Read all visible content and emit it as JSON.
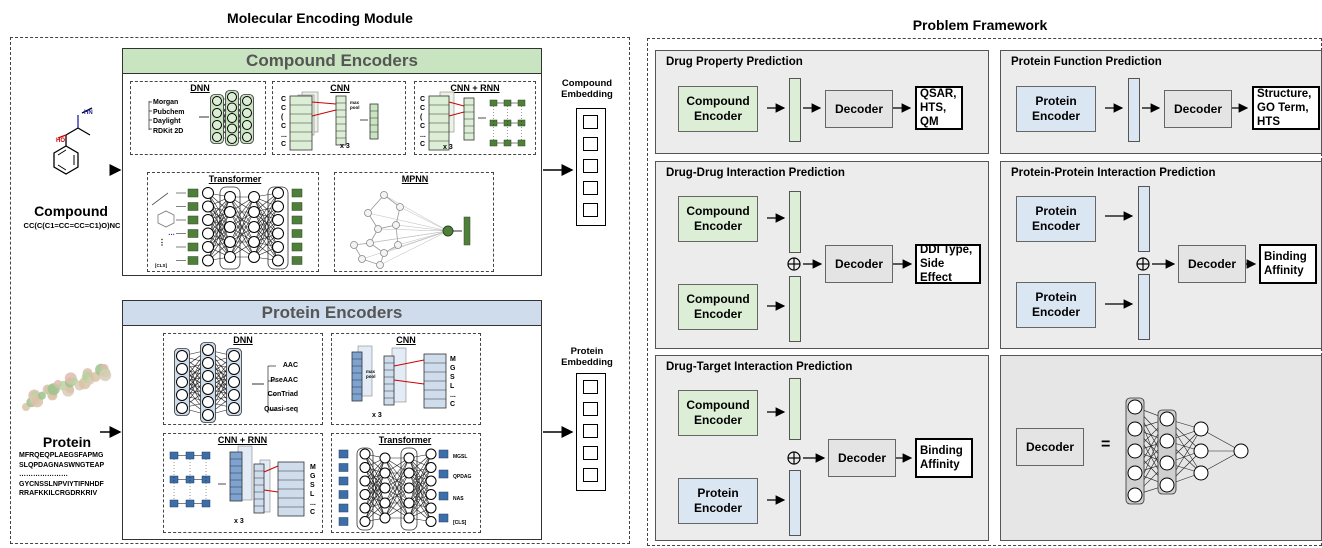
{
  "left": {
    "title": "Molecular Encoding Module",
    "compound_encoders": {
      "header": "Compound Encoders",
      "dnn": {
        "label": "DNN",
        "inputs": [
          "Morgan",
          "Pubchem",
          "Daylight",
          "RDKit 2D"
        ]
      },
      "cnn": {
        "label": "CNN",
        "repeat": "x 3",
        "pool": "max pool",
        "letters": [
          "C",
          "C",
          "(",
          "C",
          "...",
          "C"
        ]
      },
      "cnn_rnn": {
        "label": "CNN + RNN",
        "repeat": "x 3",
        "letters": [
          "C",
          "C",
          "(",
          "C",
          "...",
          "C"
        ]
      },
      "transformer": {
        "label": "Transformer",
        "cls": "[CLS]"
      },
      "mpnn": {
        "label": "MPNN"
      },
      "embedding_label": "Compound Embedding"
    },
    "compound": {
      "label": "Compound",
      "smiles": "CC(C(C1=CC=CC=C1)O)NC",
      "atoms": {
        "ho": "HO",
        "hn": "HN"
      }
    },
    "protein_encoders": {
      "header": "Protein Encoders",
      "dnn": {
        "label": "DNN",
        "inputs": [
          "AAC",
          "PseAAC",
          "ConTriad",
          "Quasi-seq"
        ]
      },
      "cnn": {
        "label": "CNN",
        "repeat": "x 3",
        "pool": "max pool",
        "letters": [
          "M",
          "G",
          "S",
          "L",
          "...",
          "C"
        ]
      },
      "cnn_rnn": {
        "label": "CNN + RNN",
        "repeat": "x 3",
        "letters": [
          "M",
          "G",
          "S",
          "L",
          "...",
          "C"
        ]
      },
      "transformer": {
        "label": "Transformer",
        "tokens": [
          "MGSL",
          "QPDAG",
          "NAS",
          "[CLS]"
        ]
      },
      "embedding_label": "Protein Embedding"
    },
    "protein": {
      "label": "Protein",
      "seq_lines": [
        "MFRQEQPLAEGSFAPMG",
        "SLQPDAGNASWNGTEAP",
        "…………………",
        "GYCNSSLNPVIYTIFNHDF",
        "RRAFKKILCRGDRKRIV"
      ]
    }
  },
  "right": {
    "title": "Problem Framework",
    "panels": {
      "drug_property": {
        "title": "Drug Property Prediction",
        "encoder": "Compound Encoder",
        "decoder": "Decoder",
        "output": "QSAR, HTS, QM"
      },
      "protein_function": {
        "title": "Protein Function Prediction",
        "encoder": "Protein Encoder",
        "decoder": "Decoder",
        "output": "Structure, GO Term, HTS"
      },
      "ddi": {
        "title": "Drug-Drug Interaction Prediction",
        "encoder1": "Compound Encoder",
        "encoder2": "Compound Encoder",
        "decoder": "Decoder",
        "output": "DDI Type, Side Effect"
      },
      "ppi": {
        "title": "Protein-Protein Interaction Prediction",
        "encoder1": "Protein Encoder",
        "encoder2": "Protein Encoder",
        "decoder": "Decoder",
        "output": "Binding Affinity"
      },
      "dti": {
        "title": "Drug-Target Interaction Prediction",
        "encoder1": "Compound Encoder",
        "encoder2": "Protein Encoder",
        "decoder": "Decoder",
        "output": "Binding Affinity"
      },
      "decoder_def": {
        "decoder": "Decoder",
        "equals": "="
      }
    }
  },
  "colors": {
    "green": "#ddeed6",
    "blue": "#dbe6f3",
    "green_header": "#c9e4c0",
    "blue_header": "#cfdcec"
  }
}
